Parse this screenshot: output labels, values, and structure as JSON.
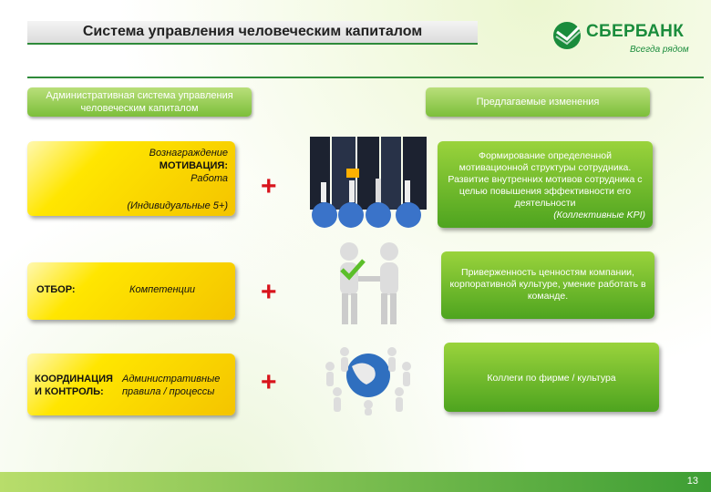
{
  "header": {
    "title": "Система управления человеческим капиталом",
    "logo_text": "СБЕРБАНК",
    "logo_tagline": "Всегда рядом"
  },
  "left_header": "Административная система управления человеческим капиталом",
  "right_header": "Предлагаемые изменения",
  "row1": {
    "reward": "Вознаграждение",
    "motivation": "МОТИВАЦИЯ:",
    "work": "Работа",
    "individual": "(Индивидуальные 5+)",
    "proposal": "Формирование определенной мотивационной структуры сотрудника. Развитие внутренних мотивов сотрудника с целью повышения эффективности его деятельности",
    "proposal_note": "(Коллективные KPI)"
  },
  "row2": {
    "selection": "ОТБОР:",
    "competencies": "Компетенции",
    "proposal": "Приверженность ценностям компании, корпоративной культуре, умение работать в команде."
  },
  "row3": {
    "coordination_1": "КООРДИНАЦИЯ",
    "coordination_2": "И КОНТРОЛЬ:",
    "rules_1": "Административные",
    "rules_2": "правила / процессы",
    "proposal": "Коллеги по фирме / культура"
  },
  "plus_sign": "+",
  "page_number": "13",
  "icons": [
    "sberbank-logo-icon",
    "globe-figures-icon",
    "handshake-figures-icon",
    "people-circle-globe-icon"
  ]
}
